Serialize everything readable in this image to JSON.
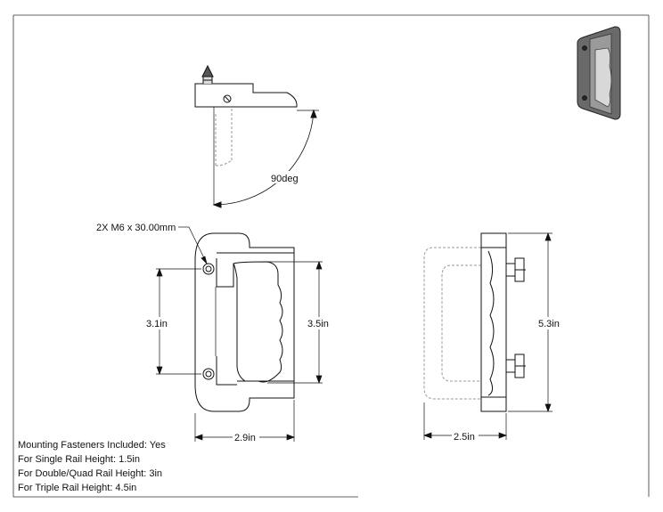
{
  "title_block": {
    "lines": [
      "Mounting Fasteners Included: Yes",
      "For Single Rail Height: 1.5in",
      "For Double/Quad Rail Height: 3in",
      "For Triple Rail Height: 4.5in"
    ]
  },
  "dimensions": {
    "rotation": "90deg",
    "fasteners": "2X M6 x 30.00mm",
    "hole_spacing": "3.1in",
    "grip_height": "3.5in",
    "overall_height": "5.3in",
    "width": "2.9in",
    "depth": "2.5in"
  }
}
